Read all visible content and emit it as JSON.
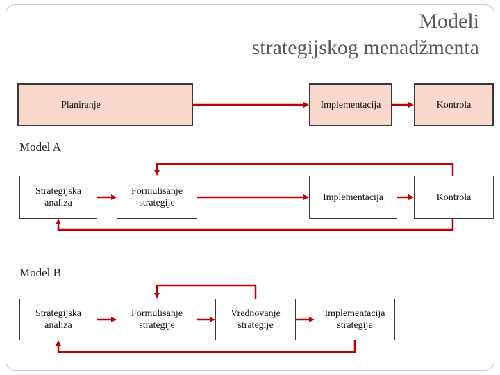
{
  "title_line1": "Modeli",
  "title_line2": "strategijskog menadžmenta",
  "top_row": {
    "planiranje": "Planiranje",
    "implementacija": "Implementacija",
    "kontrola": "Kontrola"
  },
  "model_a": {
    "label": "Model A",
    "analiza": "Strategijska analiza",
    "formulisanje": "Formulisanje strategije",
    "implementacija": "Implementacija",
    "kontrola": "Kontrola"
  },
  "model_b": {
    "label": "Model B",
    "analiza": "Strategijska analiza",
    "formulisanje": "Formulisanje strategije",
    "vrednovanje": "Vrednovanje strategije",
    "implementacija": "Implementacija strategije"
  },
  "colors": {
    "arrow": "#c00000",
    "fill": "#f8d7cd",
    "border": "#3a3a3a"
  }
}
